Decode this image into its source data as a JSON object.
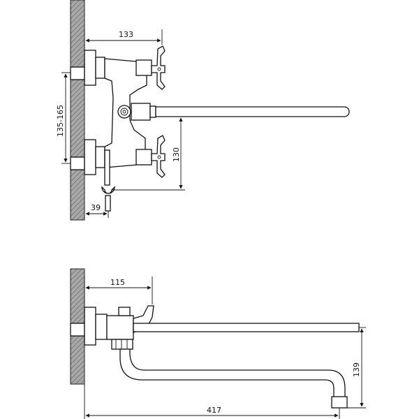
{
  "drawing": {
    "top_view": {
      "dim_width": "133",
      "dim_mount_spacing": "135-165",
      "dim_spout_height": "130",
      "dim_holder_offset": "39"
    },
    "side_view": {
      "dim_depth": "115",
      "dim_spout_length": "417",
      "dim_spout_drop": "139"
    },
    "colors": {
      "line": "#111111",
      "wall_fill": "#9a9a9a"
    }
  }
}
